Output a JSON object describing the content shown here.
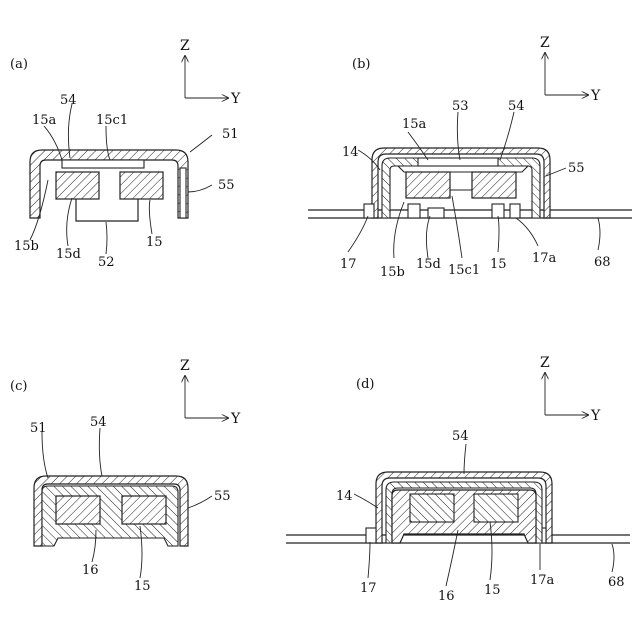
{
  "panels": {
    "a": {
      "tag": "(a)",
      "labels": {
        "l54": "54",
        "l15a": "15a",
        "l15c1": "15c1",
        "l51": "51",
        "l55": "55",
        "l15b": "15b",
        "l15d": "15d",
        "l52": "52",
        "l15": "15"
      }
    },
    "b": {
      "tag": "(b)",
      "labels": {
        "l53": "53",
        "l15a": "15a",
        "l54": "54",
        "l14": "14",
        "l55": "55",
        "l17": "17",
        "l15b": "15b",
        "l15d": "15d",
        "l15c1": "15c1",
        "l15": "15",
        "l17a": "17a",
        "l68": "68"
      }
    },
    "c": {
      "tag": "(c)",
      "labels": {
        "l51": "51",
        "l54": "54",
        "l55": "55",
        "l16": "16",
        "l15": "15"
      }
    },
    "d": {
      "tag": "(d)",
      "labels": {
        "l54": "54",
        "l14": "14",
        "l17": "17",
        "l16": "16",
        "l15": "15",
        "l17a": "17a",
        "l68": "68"
      }
    }
  },
  "axes": {
    "z": "Z",
    "y": "Y"
  }
}
